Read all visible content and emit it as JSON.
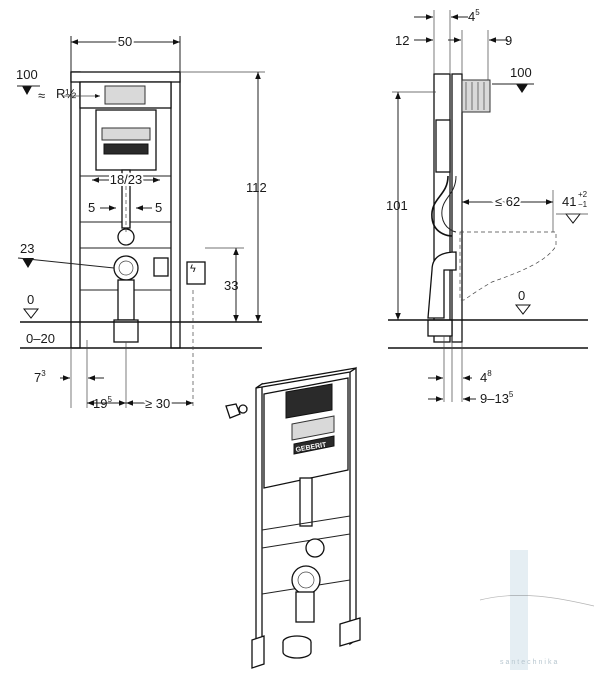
{
  "front_view": {
    "width_label": "50",
    "height_label": "112",
    "water_height": "100",
    "water_thread": "R½",
    "outlet_spacing": "18/23",
    "offset_left": "5",
    "offset_right": "5",
    "drain_height": "23",
    "socket_height": "33",
    "floor_label": "0",
    "floor_range": "0–20",
    "bottom_left_base": "7",
    "bottom_left_sup": "3",
    "bottom_mid_base": "19",
    "bottom_mid_sup": "5",
    "bottom_right": "≥ 30"
  },
  "side_view": {
    "top_base": "4",
    "top_sup": "5",
    "top_left": "12",
    "top_right": "9",
    "water_height": "100",
    "height_label": "101",
    "bowl_reach": "≤ 62",
    "seat_base": "41",
    "seat_tol_plus": "+2",
    "seat_tol_minus": "−1",
    "floor_label": "0",
    "bottom_base": "4",
    "bottom_sup": "8",
    "bottom_range_base": "9–13",
    "bottom_range_sup": "5"
  },
  "product_view": {
    "brand": "GEBERIT"
  },
  "watermark": "santechnika"
}
